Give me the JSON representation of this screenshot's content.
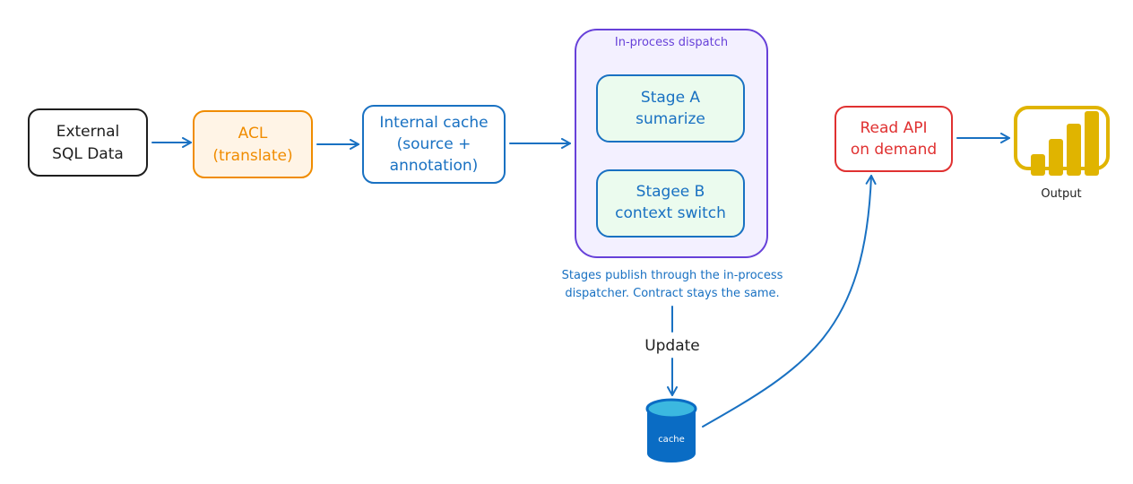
{
  "nodes": {
    "external_sql": {
      "line1": "External",
      "line2": "SQL Data"
    },
    "acl": {
      "line1": "ACL",
      "line2": "(translate)"
    },
    "internal_cache": {
      "line1": "Internal cache",
      "line2": "(source +",
      "line3": "annotation)"
    },
    "dispatch": {
      "title": "In-process dispatch",
      "stage_a": {
        "line1": "Stage A",
        "line2": "sumarize"
      },
      "stage_b": {
        "line1": "Stagee B",
        "line2": "context switch"
      }
    },
    "note": {
      "line1": "Stages publish through the in-process",
      "line2": "dispatcher. Contract stays the same."
    },
    "update_label": "Update",
    "cache_db": {
      "label": "cache"
    },
    "read_api": {
      "line1": "Read API",
      "line2": "on demand"
    },
    "output": {
      "label": "Output"
    }
  },
  "colors": {
    "black": "#1e1e1e",
    "orange": "#f08c00",
    "orange_fill": "#fff4e6",
    "blue": "#1971c2",
    "purple": "#6741d9",
    "purple_fill": "#f3f0ff",
    "green_fill": "#ebfbee",
    "teal_stroke": "#1971c2",
    "red": "#e03131",
    "db_blue": "#0a6cc4",
    "db_top": "#3bb8e0",
    "gold": "#e0b400"
  }
}
